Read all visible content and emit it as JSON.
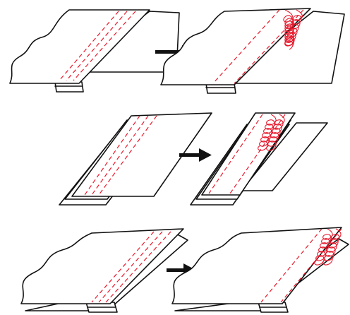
{
  "diagram": {
    "description_visible_text": "",
    "steps": [
      {
        "id": "row-1",
        "before": "dashed-stitch-guide",
        "after": "overlock-stitched-seam"
      },
      {
        "id": "row-2",
        "before": "dashed-stitch-guide",
        "after": "overlock-stitched-seam"
      },
      {
        "id": "row-3",
        "before": "dashed-stitch-guide",
        "after": "overlock-stitched-seam"
      }
    ],
    "colors": {
      "outline": "#111111",
      "stitch": "#e8192c",
      "fabric": "#ffffff",
      "arrow": "#111111"
    },
    "icons": {
      "arrow": "right-arrow-icon"
    }
  }
}
